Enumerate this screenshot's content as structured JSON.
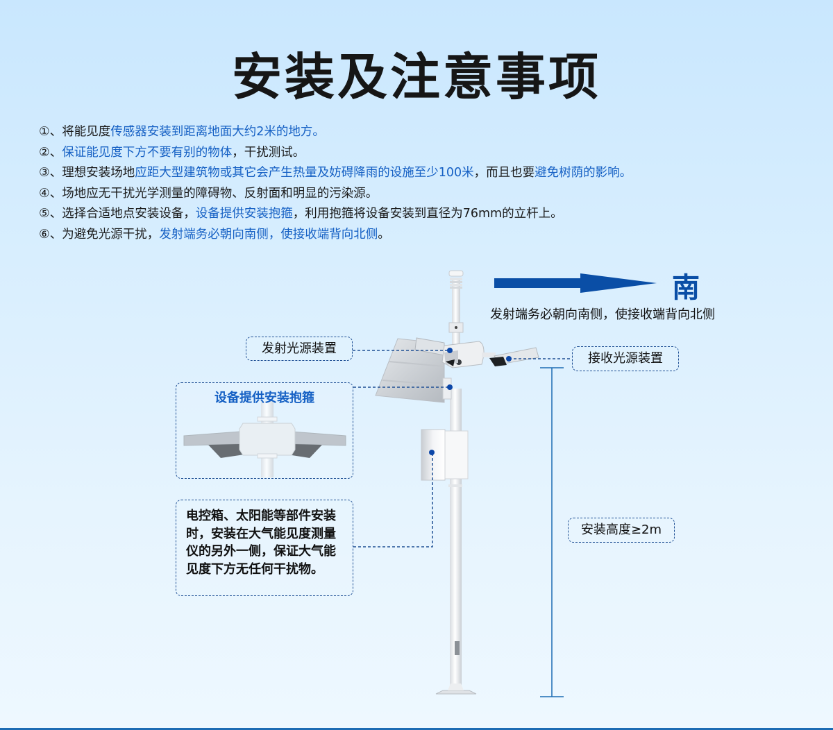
{
  "page": {
    "title": "安装及注意事项",
    "colors": {
      "highlight": "#1560c4",
      "arrow": "#0a4ea6",
      "dashed_line": "#1e4f94",
      "dimension_line": "#1d6cb4",
      "background_top": "#c9e7fe",
      "background_bottom": "#eef8ff"
    }
  },
  "notes": [
    {
      "num": "①、",
      "parts": [
        {
          "t": "将能见度",
          "hl": false
        },
        {
          "t": "传感器安装到距离地面大约2米的地方。",
          "hl": true
        }
      ]
    },
    {
      "num": "②、",
      "parts": [
        {
          "t": "保证能见度下方不要有别的物体",
          "hl": true
        },
        {
          "t": "，干扰测试。",
          "hl": false
        }
      ]
    },
    {
      "num": "③、",
      "parts": [
        {
          "t": "理想安装场地",
          "hl": false
        },
        {
          "t": "应距大型建筑物或其它会产生热量及妨碍降雨的设施至少100米",
          "hl": true
        },
        {
          "t": "，而且也要",
          "hl": false
        },
        {
          "t": "避免树荫的影响。",
          "hl": true
        }
      ]
    },
    {
      "num": "④、",
      "parts": [
        {
          "t": "场地应无干扰光学测量的障碍物、反射面和明显的污染源。",
          "hl": false
        }
      ]
    },
    {
      "num": "⑤、",
      "parts": [
        {
          "t": "选择合适地点安装设备，",
          "hl": false
        },
        {
          "t": "设备提供安装抱箍",
          "hl": true
        },
        {
          "t": "，利用抱箍将设备安装到直径为76mm的立杆上。",
          "hl": false
        }
      ]
    },
    {
      "num": "⑥、",
      "parts": [
        {
          "t": "为避免光源干扰，",
          "hl": false
        },
        {
          "t": "发射端务必朝向南侧，使接收端背向北侧",
          "hl": true
        },
        {
          "t": "。",
          "hl": false
        }
      ]
    }
  ],
  "direction": {
    "label": "南",
    "icon": "arrow-right-icon",
    "caption": "发射端务必朝向南侧，使接收端背向北侧"
  },
  "callouts": {
    "emitter": "发射光源装置",
    "receiver": "接收光源装置",
    "clamp": "设备提供安装抱箍",
    "control_box": "电控箱、太阳能等部件安装时，安装在大气能见度测量仪的另外一侧，保证大气能见度下方无任何干扰物。",
    "height": "安装高度≥2m"
  }
}
